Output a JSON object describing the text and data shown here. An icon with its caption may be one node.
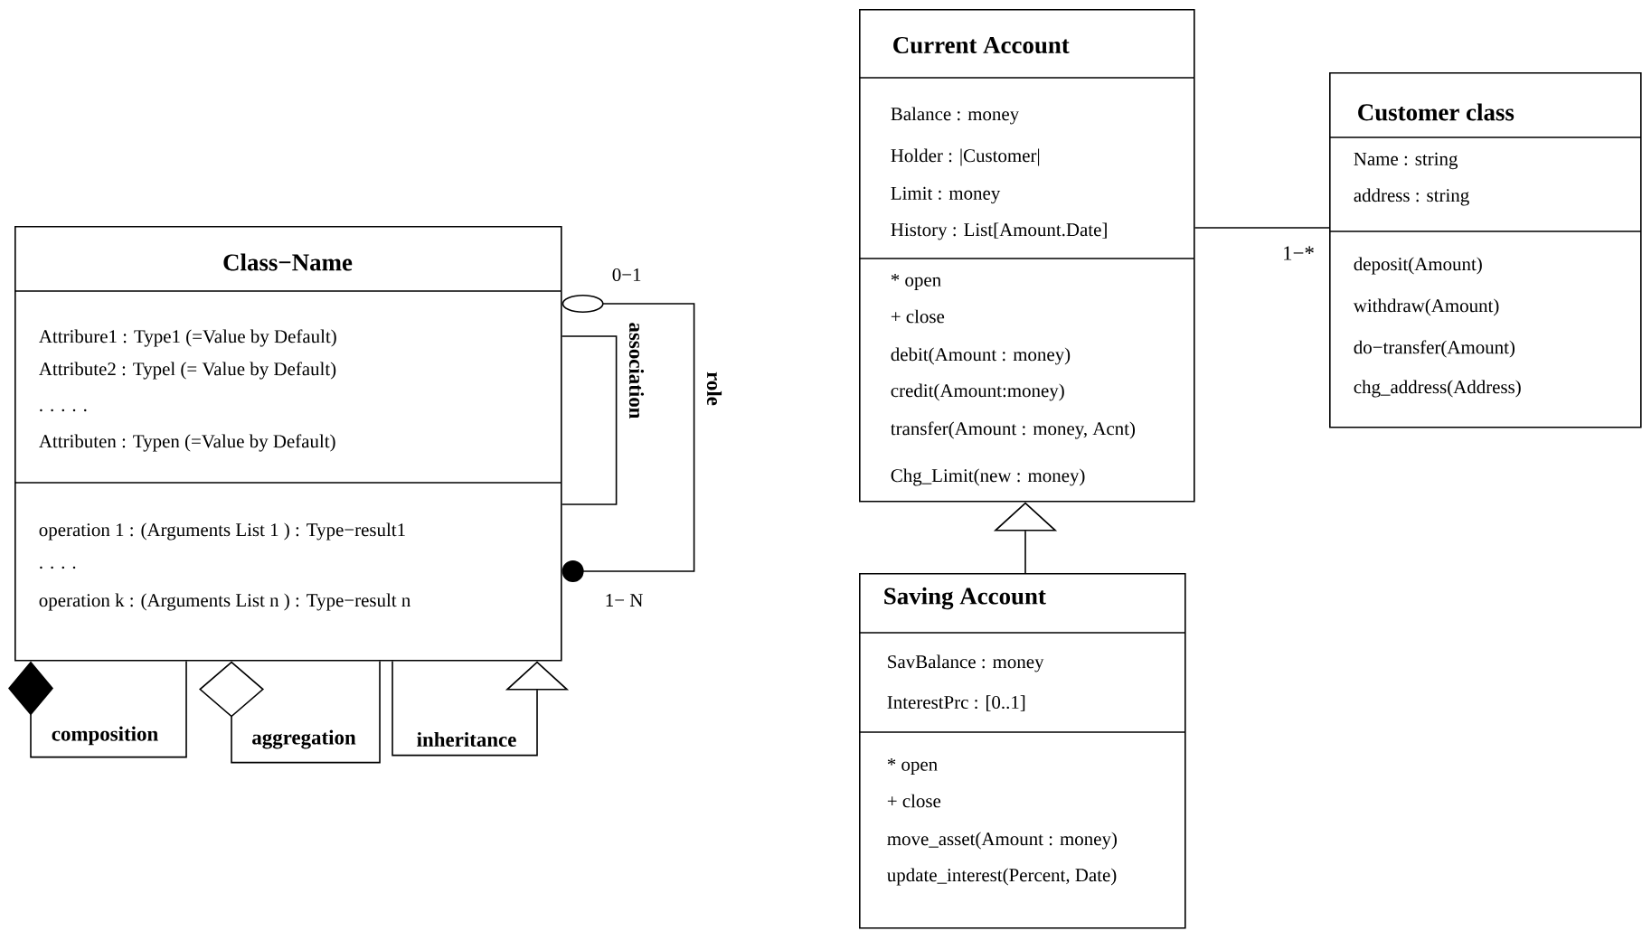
{
  "diagram": {
    "nodes": [
      {
        "text": [
          "Class−Name",
          "Attribure1 : Type1 (=Value by Default)",
          "Attribute2 : Typel (= Value by Default)",
          ". . . . .",
          "Attributen : Typen (=Value by Default)",
          "operation 1 : (Arguments List 1 ) : Type−result1",
          ". . . .",
          "operation k : (Arguments List n ) : Type−result n"
        ]
      },
      {
        "text": [
          "Current Account",
          "Balance : money",
          "Holder : |Customer|",
          "Limit : money",
          "History : List[Amount.Date]",
          "* open",
          "+ close",
          "debit(Amount : money)",
          "credit(Amount:money)",
          "transfer(Amount : money, Acnt)",
          "Chg_Limit(new : money)"
        ]
      },
      {
        "text": [
          "Customer class",
          "Name : string",
          "address : string",
          "deposit(Amount)",
          "withdraw(Amount)",
          "do−transfer(Amount)",
          "chg_address(Address)"
        ]
      },
      {
        "text": [
          "Saving Account",
          "SavBalance : money",
          "InterestPrc : [0..1]",
          "* open",
          "+ close",
          "move_asset(Amount : money)",
          "update_interest(Percent, Date)"
        ]
      }
    ],
    "edges": [
      {
        "from": 0,
        "to": 0,
        "arrow": "none",
        "label": "association"
      },
      {
        "from": 0,
        "to": 0,
        "arrow": "other",
        "label": "role"
      },
      {
        "from": 0,
        "to": 0,
        "arrow": "other",
        "label": "composition"
      },
      {
        "from": 0,
        "to": 0,
        "arrow": "other",
        "label": "aggregation"
      },
      {
        "from": 0,
        "to": 0,
        "arrow": "to",
        "label": "inheritance"
      },
      {
        "from": 1,
        "to": 2,
        "arrow": "none",
        "label": "1−*"
      },
      {
        "from": 3,
        "to": 1,
        "arrow": "to"
      }
    ],
    "labels": [
      "0−1",
      "1− N"
    ]
  }
}
